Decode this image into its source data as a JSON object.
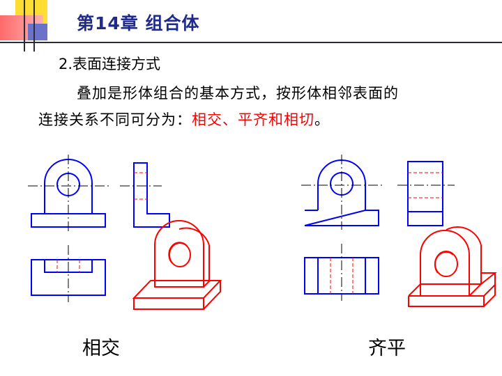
{
  "header": {
    "title": "第14章  组合体"
  },
  "content": {
    "subheading": "2.表面连接方式",
    "paragraph_line1": "叠加是形体组合的基本方式，按形体相邻表面的",
    "paragraph_line2_prefix": "连接关系不同可分为：",
    "paragraph_line2_highlight": "相交、平齐和相切",
    "paragraph_line2_suffix": "。"
  },
  "figures": {
    "left_caption": "相交",
    "right_caption": "齐平"
  },
  "colors": {
    "title": "#1f2a8c",
    "view_lines": "#0000ff",
    "hidden_lines": "#ff0000",
    "iso_lines": "#ff0000",
    "center_lines": "#000000",
    "highlight_text": "#ff0000"
  }
}
